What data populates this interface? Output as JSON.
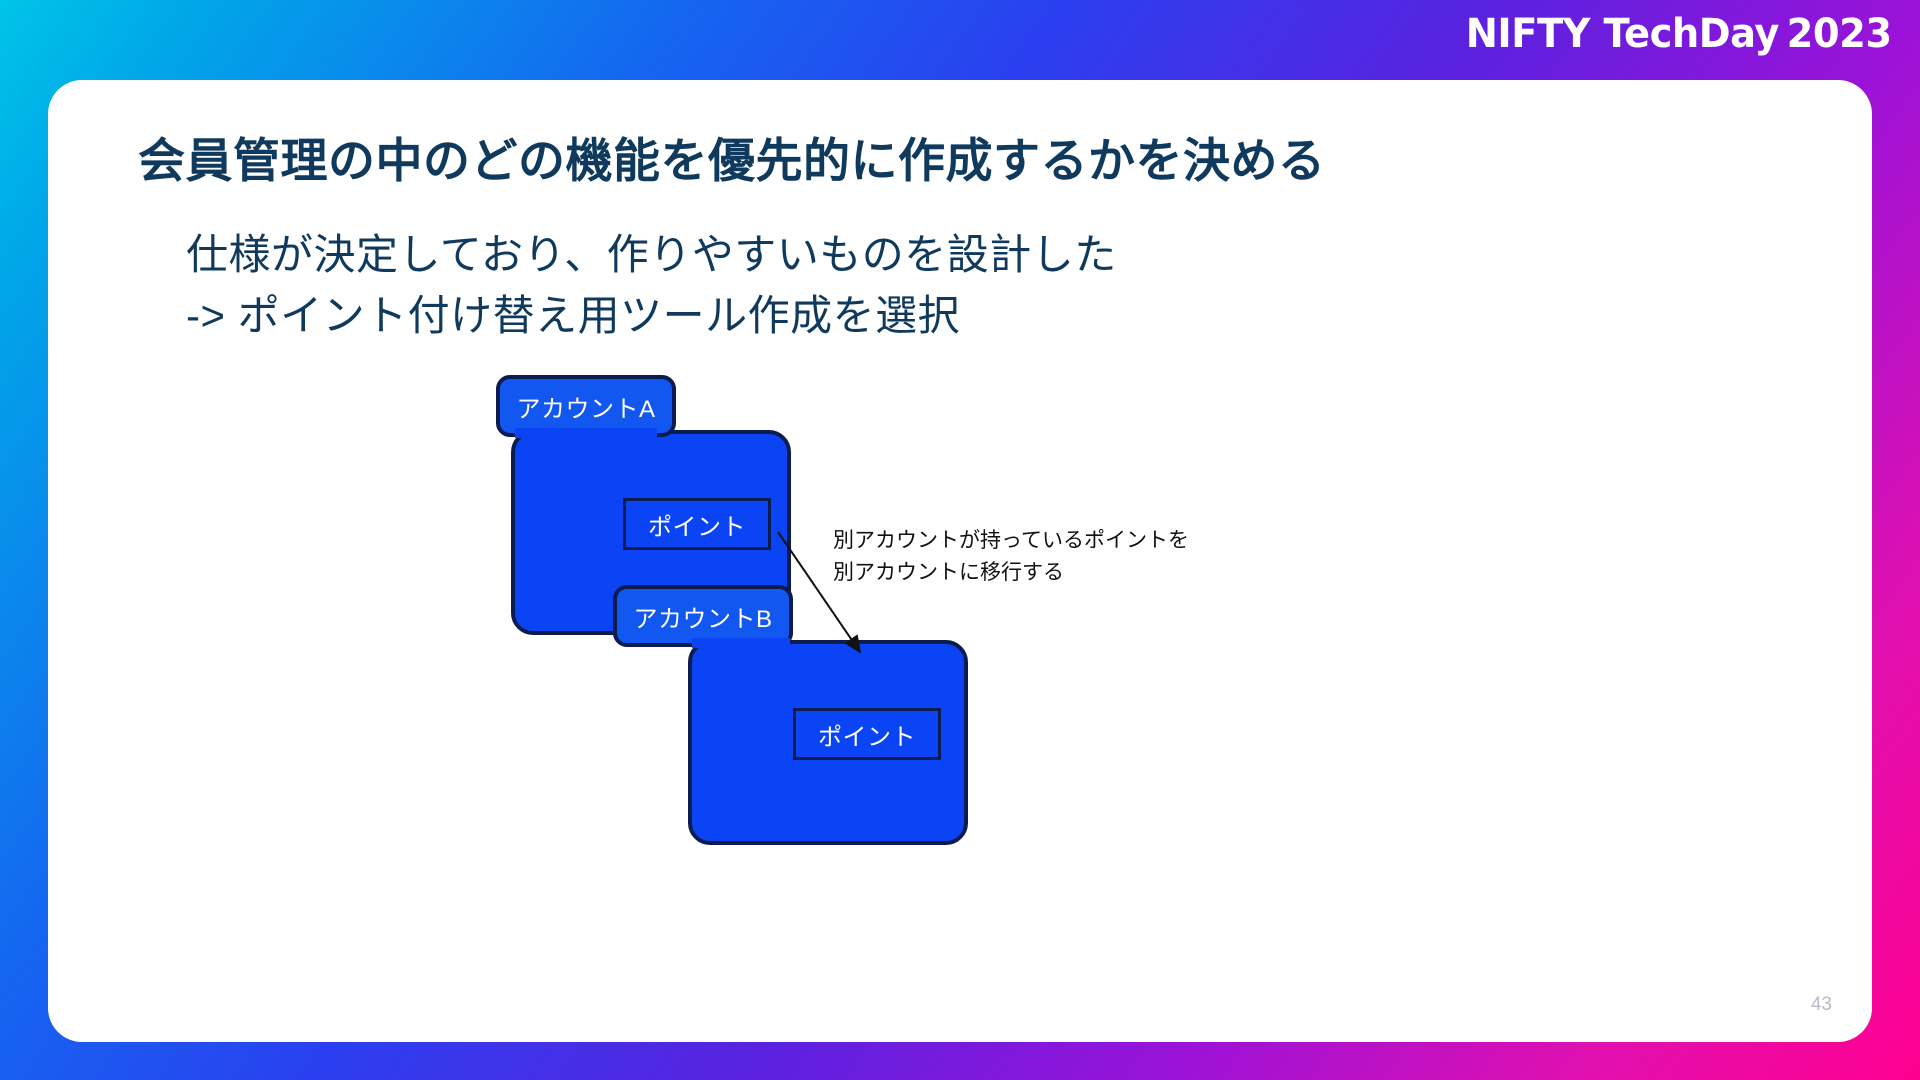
{
  "brand": {
    "logo_nifty": "NIFTY",
    "logo_tech": "Tech",
    "logo_day": "Day",
    "logo_year": "2023",
    "gradient_start": "#00c4e8",
    "gradient_end": "#ff0090"
  },
  "slide": {
    "title": "会員管理の中のどの機能を優先的に作成するかを決める",
    "body_lines": [
      "仕様が決定しており、作りやすいものを設計した",
      "-> ポイント付け替え用ツール作成を選択"
    ],
    "page_number": "43",
    "title_color": "#103a5d",
    "card_color": "#ffffff"
  },
  "diagram": {
    "accent_fill": "#0a44f5",
    "tab_fill": "#1257f0",
    "stroke": "#0d1c4e",
    "accounts": [
      {
        "tab_label": "アカウントA",
        "point_label": "ポイント"
      },
      {
        "tab_label": "アカウントB",
        "point_label": "ポイント"
      }
    ],
    "annotation_lines": [
      "別アカウントが持っているポイントを",
      "別アカウントに移行する"
    ]
  }
}
